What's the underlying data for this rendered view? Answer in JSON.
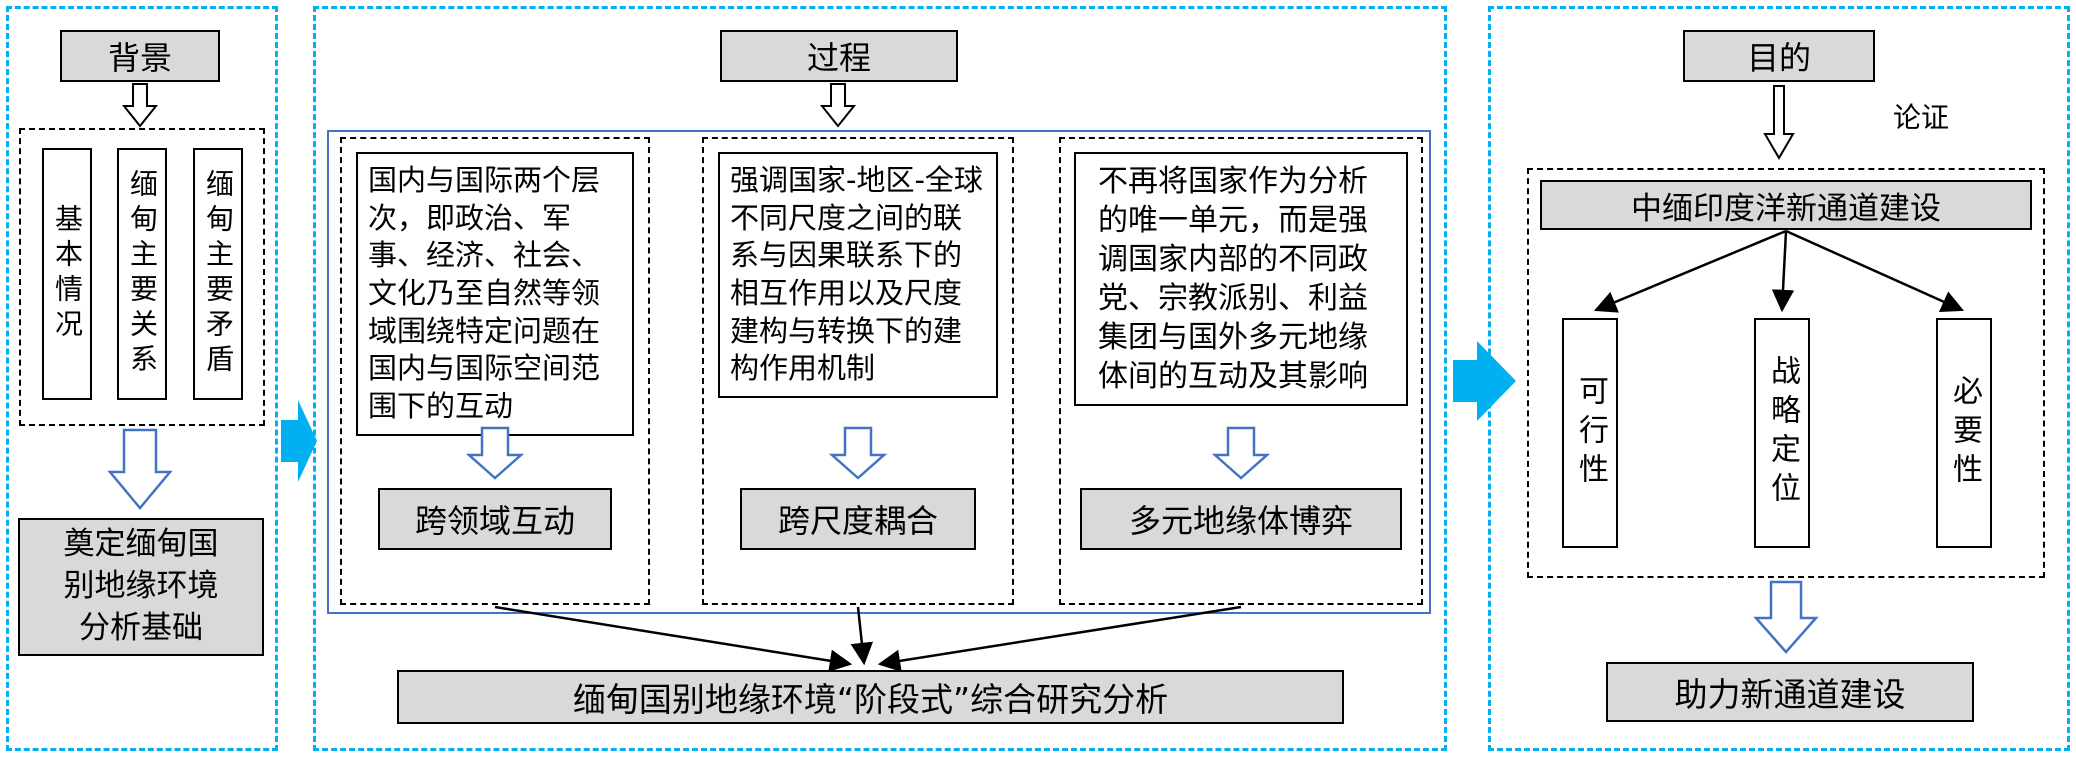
{
  "colors": {
    "panel_border": "#00b0f0",
    "box_fill": "#d9d9d9",
    "big_arrow_fill": "#00b0f0",
    "hollow_arrow_stroke": "#4472c4",
    "line": "#000000"
  },
  "icons": {
    "down_arrow": "⇩",
    "flow_right_arrow": "➡"
  },
  "left_panel": {
    "header": "背景",
    "columns": [
      "基本情况",
      "缅甸主要关系",
      "缅甸主要矛盾"
    ],
    "result": "奠定缅甸国别地缘环境分析基础"
  },
  "middle_panel": {
    "header": "过程",
    "blocks": [
      {
        "text": "国内与国际两个层次，即政治、军事、经济、社会、文化乃至自然等领域围绕特定问题在国内与国际空间范围下的互动",
        "label": "跨领域互动"
      },
      {
        "text": "强调国家-地区-全球不同尺度之间的联系与因果联系下的相互作用以及尺度建构与转换下的建构作用机制",
        "label": "跨尺度耦合"
      },
      {
        "text": "不再将国家作为分析的唯一单元，而是强调国家内部的不同政党、宗教派别、利益集团与国外多元地缘体间的互动及其影响",
        "label": "多元地缘体博弈"
      }
    ],
    "result": "缅甸国别地缘环境“阶段式”综合研究分析"
  },
  "right_panel": {
    "header": "目的",
    "annotation": "论证",
    "title": "中缅印度洋新通道建设",
    "factors": [
      "可行性",
      "战略定位",
      "必要性"
    ],
    "result": "助力新通道建设"
  }
}
